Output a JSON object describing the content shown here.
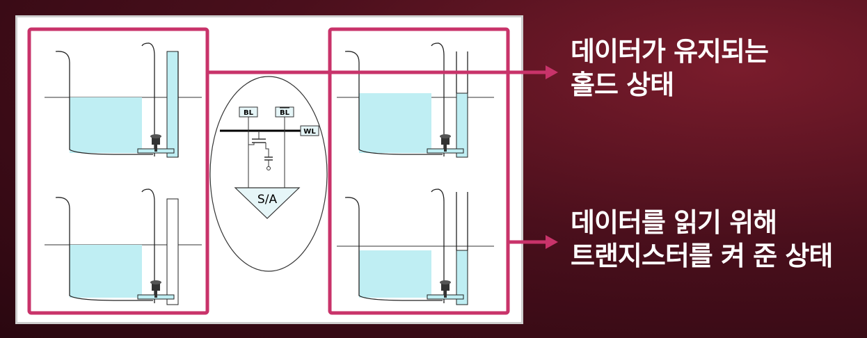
{
  "circuit": {
    "bl_label": "BL",
    "bl_bar_label": "BL",
    "wl_label": "WL",
    "sa_label": "S/A"
  },
  "captions": {
    "hold_state": [
      "데이터가 유지되는",
      "홀드 상태"
    ],
    "read_state": [
      "데이터를 읽기 위해",
      "트랜지스터를 켜 준 상태"
    ]
  },
  "colors": {
    "highlight": "#c8336a",
    "water": "#bfeef3",
    "background": "#4a0f1c"
  }
}
